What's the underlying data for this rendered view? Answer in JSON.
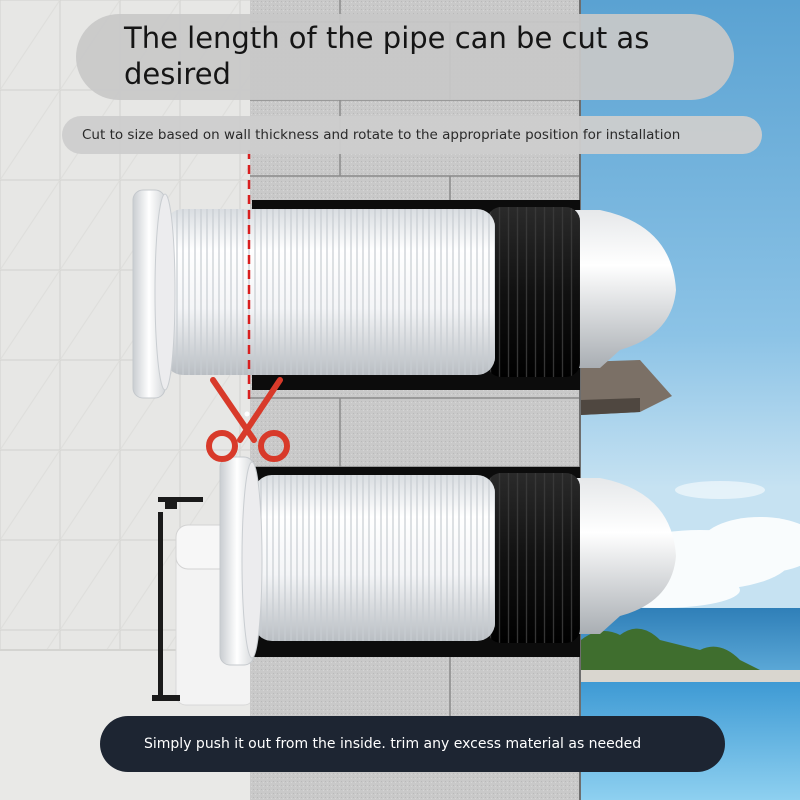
{
  "headline": {
    "line1": "The length of the pipe can be cut as",
    "line2": "desired"
  },
  "subtitle": "Cut to size based on wall thickness and rotate to the appropriate position for installation",
  "footer": "Simply push it out from the inside. trim any excess material as needed",
  "icons": {
    "cut_marker": "scissors-icon"
  },
  "colors": {
    "cut_line": "#d81f1f",
    "scissors": "#d83a2a",
    "pipe_gasket": "#121212",
    "footer_bg": "#1d2532"
  }
}
